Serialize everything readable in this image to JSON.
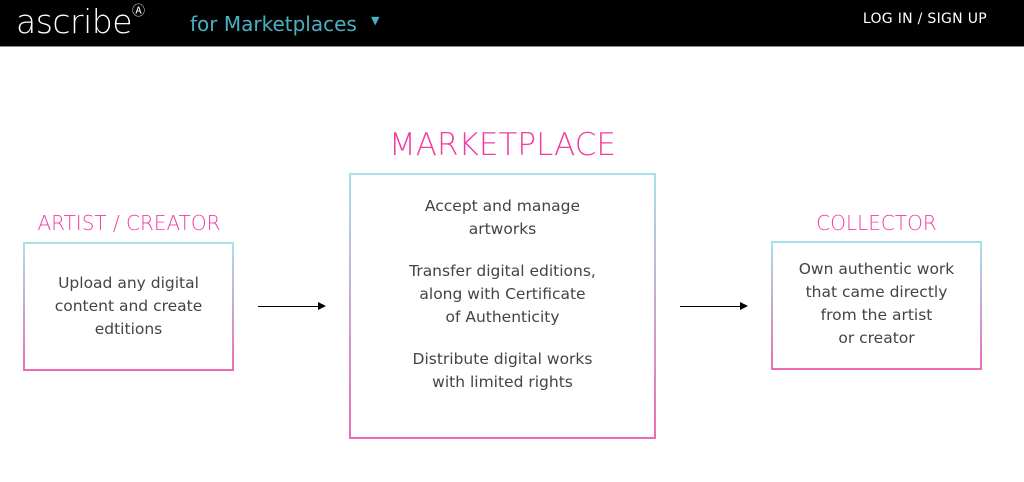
{
  "header": {
    "logo": "ascribe",
    "logo_mark": "Ⓐ",
    "section": "for Marketplaces",
    "dropdown_icon": "caret-down-icon",
    "login": "LOG IN / SIGN UP"
  },
  "artist": {
    "title": "ARTIST / CREATOR",
    "lines": [
      "Upload any digital",
      "content and create",
      "edtitions"
    ]
  },
  "marketplace": {
    "title": "MARKETPLACE",
    "items": [
      [
        "Accept and manage",
        "artworks"
      ],
      [
        "Transfer digital editions,",
        "along with Certificate",
        "of Authenticity"
      ],
      [
        "Distribute digital works",
        "with limited rights"
      ]
    ]
  },
  "collector": {
    "title": "COLLECTOR",
    "lines": [
      "Own authentic work",
      "that came directly",
      "from the artist",
      "or creator"
    ]
  },
  "colors": {
    "accent": "#f03ca0",
    "brand": "#4ab0c4"
  }
}
